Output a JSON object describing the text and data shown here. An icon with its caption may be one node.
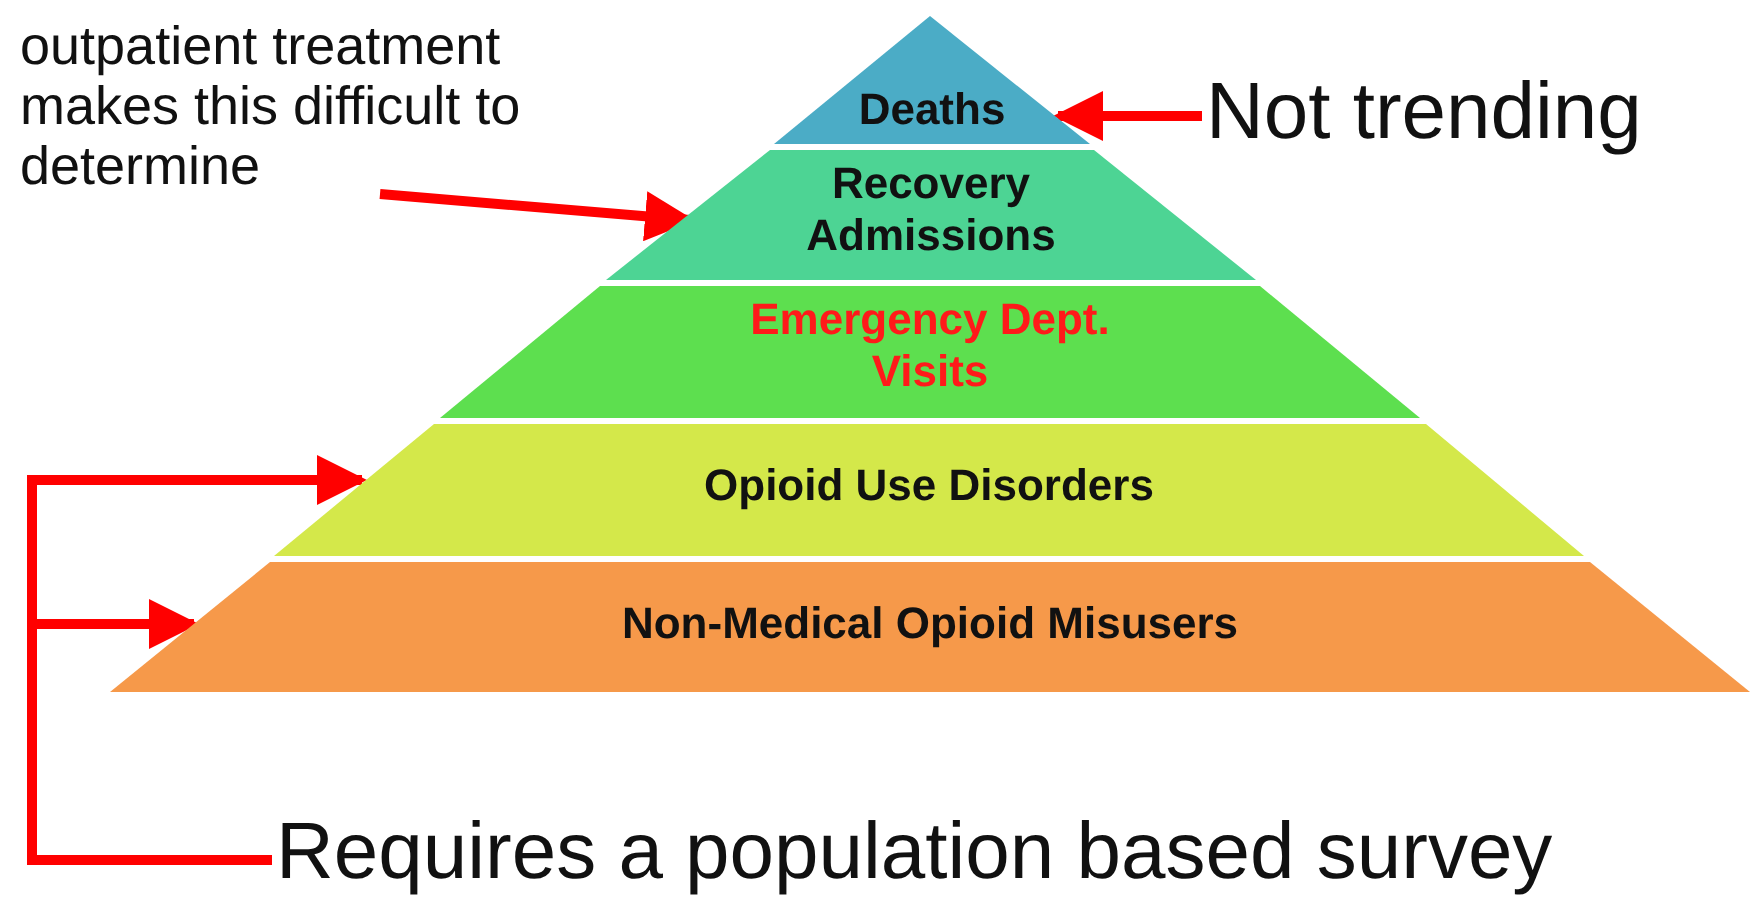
{
  "diagram": {
    "nodes": [
      {
        "text": [
          "Deaths"
        ]
      },
      {
        "text": [
          "Recovery Admissions"
        ]
      },
      {
        "text": [
          "Emergency Dept. Visits"
        ]
      },
      {
        "text": [
          "Opioid Use Disorders"
        ]
      },
      {
        "text": [
          "Non-Medical Opioid Misusers"
        ]
      },
      {
        "text": [
          "Not trending"
        ]
      },
      {
        "text": [
          "outpatient treatment makes this difficult to determine"
        ]
      },
      {
        "text": [
          "Requires a population based survey"
        ]
      }
    ],
    "edges": [
      {
        "from": 5,
        "to": 0,
        "arrow": "to"
      },
      {
        "from": 6,
        "to": 1,
        "arrow": "to"
      },
      {
        "from": 7,
        "to": 3,
        "arrow": "to"
      },
      {
        "from": 7,
        "to": 4,
        "arrow": "to"
      }
    ]
  }
}
